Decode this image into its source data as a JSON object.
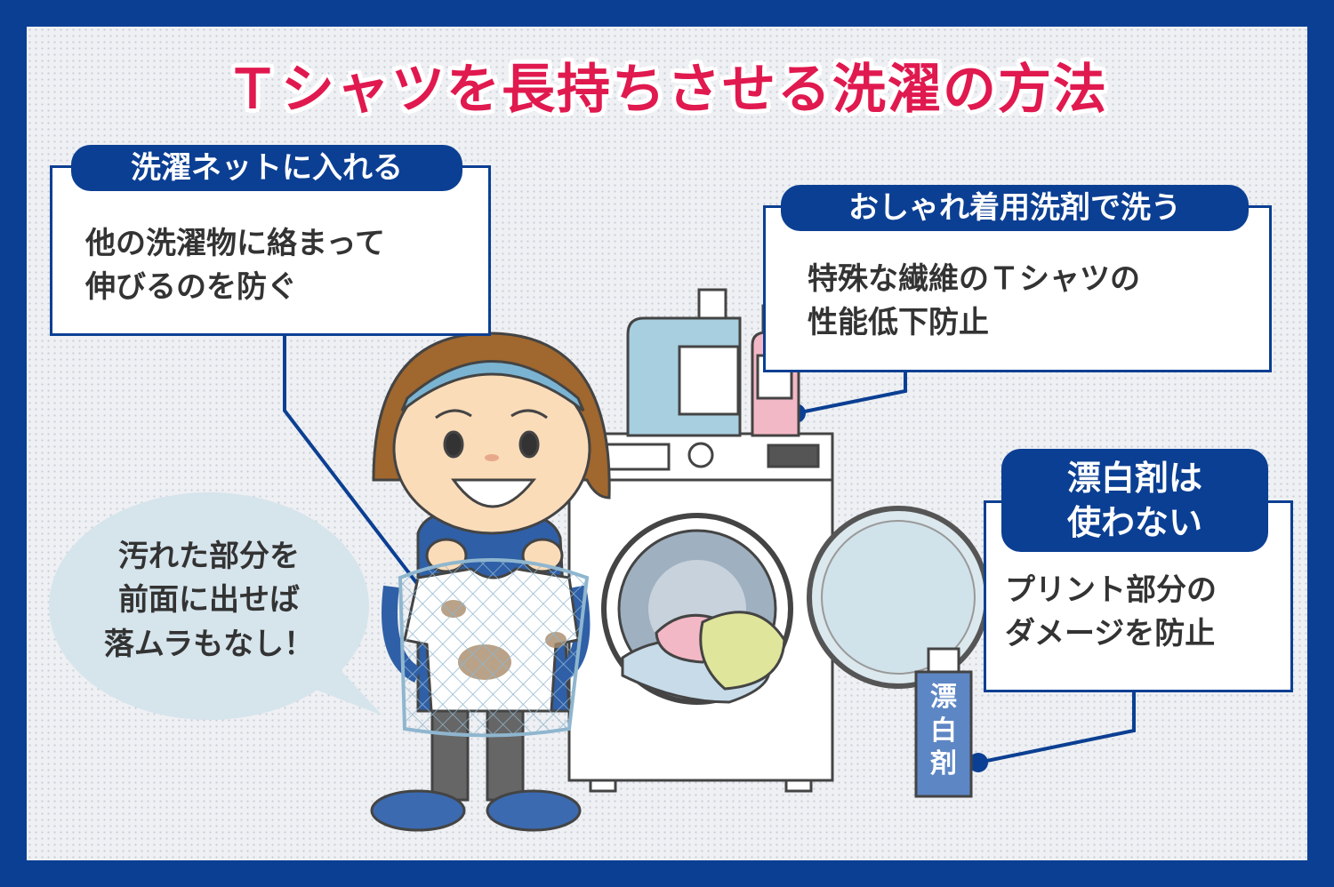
{
  "title": "Ｔシャツを長持ちさせる洗濯の方法",
  "tips": [
    {
      "heading": "洗濯ネットに入れる",
      "lines": [
        "他の洗濯物に絡まって",
        "伸びるのを防ぐ"
      ]
    },
    {
      "heading": "おしゃれ着用洗剤で洗う",
      "lines": [
        "特殊な繊維のＴシャツの",
        "性能低下防止"
      ]
    },
    {
      "heading_lines": [
        "漂白剤は",
        "使わない"
      ],
      "lines": [
        "プリント部分の",
        "ダメージを防止"
      ]
    }
  ],
  "speech": {
    "lines": [
      "汚れた部分を",
      "前面に出せば",
      "落ムラもなし！"
    ]
  },
  "bleach_label": [
    "漂",
    "白",
    "剤"
  ],
  "colors": {
    "frame": "#0b3f93",
    "title": "#e0194f",
    "bubble": "#d6e4ec"
  }
}
